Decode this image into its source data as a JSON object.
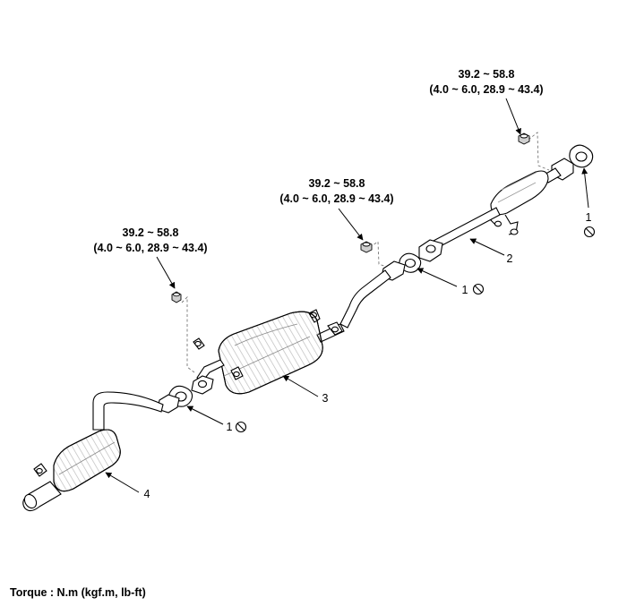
{
  "torque_specs": [
    {
      "line1": "39.2 ~ 58.8",
      "line2": "(4.0 ~ 6.0, 28.9 ~ 43.4)"
    },
    {
      "line1": "39.2 ~ 58.8",
      "line2": "(4.0 ~ 6.0, 28.9 ~ 43.4)"
    },
    {
      "line1": "39.2 ~ 58.8",
      "line2": "(4.0 ~ 6.0, 28.9 ~ 43.4)"
    }
  ],
  "callouts": {
    "gasket_right": "1",
    "gasket_center": "1",
    "gasket_left": "1",
    "front_pipe": "2",
    "center_muffler": "3",
    "main_muffler": "4"
  },
  "footer": {
    "torque_unit": "Torque : N.m (kgf.m, lb-ft)"
  },
  "icons": {
    "do_not_reuse": "prohibition-icon"
  }
}
